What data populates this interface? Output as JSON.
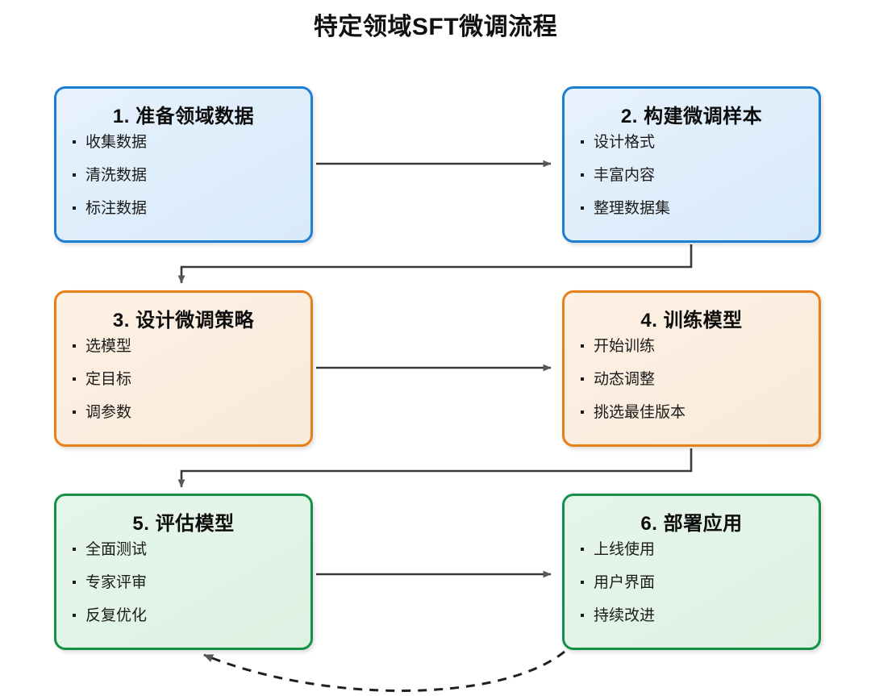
{
  "title": "特定领域SFT微调流程",
  "colors": {
    "blue_border": "#1c7fd4",
    "blue_fill": "#e3eefb",
    "orange_border": "#e8801a",
    "orange_fill": "#fbeee1",
    "green_border": "#139247",
    "green_fill": "#e3f3e8",
    "edge": "#3a3a3a",
    "text": "#111111"
  },
  "nodes": [
    {
      "id": "1",
      "title": "1. 准备领域数据",
      "theme": "blue",
      "items": [
        "收集数据",
        "清洗数据",
        "标注数据"
      ]
    },
    {
      "id": "2",
      "title": "2. 构建微调样本",
      "theme": "blue",
      "items": [
        "设计格式",
        "丰富内容",
        "整理数据集"
      ]
    },
    {
      "id": "3",
      "title": "3. 设计微调策略",
      "theme": "orange",
      "items": [
        "选模型",
        "定目标",
        "调参数"
      ]
    },
    {
      "id": "4",
      "title": "4. 训练模型",
      "theme": "orange",
      "items": [
        "开始训练",
        "动态调整",
        "挑选最佳版本"
      ]
    },
    {
      "id": "5",
      "title": "5. 评估模型",
      "theme": "green",
      "items": [
        "全面测试",
        "专家评审",
        "反复优化"
      ]
    },
    {
      "id": "6",
      "title": "6. 部署应用",
      "theme": "green",
      "items": [
        "上线使用",
        "用户界面",
        "持续改进"
      ]
    }
  ],
  "edges": [
    {
      "from": "1",
      "to": "2",
      "style": "solid",
      "label": ""
    },
    {
      "from": "2",
      "to": "3",
      "style": "solid",
      "label": ""
    },
    {
      "from": "3",
      "to": "4",
      "style": "solid",
      "label": ""
    },
    {
      "from": "4",
      "to": "5",
      "style": "solid",
      "label": ""
    },
    {
      "from": "5",
      "to": "6",
      "style": "solid",
      "label": ""
    },
    {
      "from": "6",
      "to": "5",
      "style": "dashed",
      "label": ""
    }
  ]
}
